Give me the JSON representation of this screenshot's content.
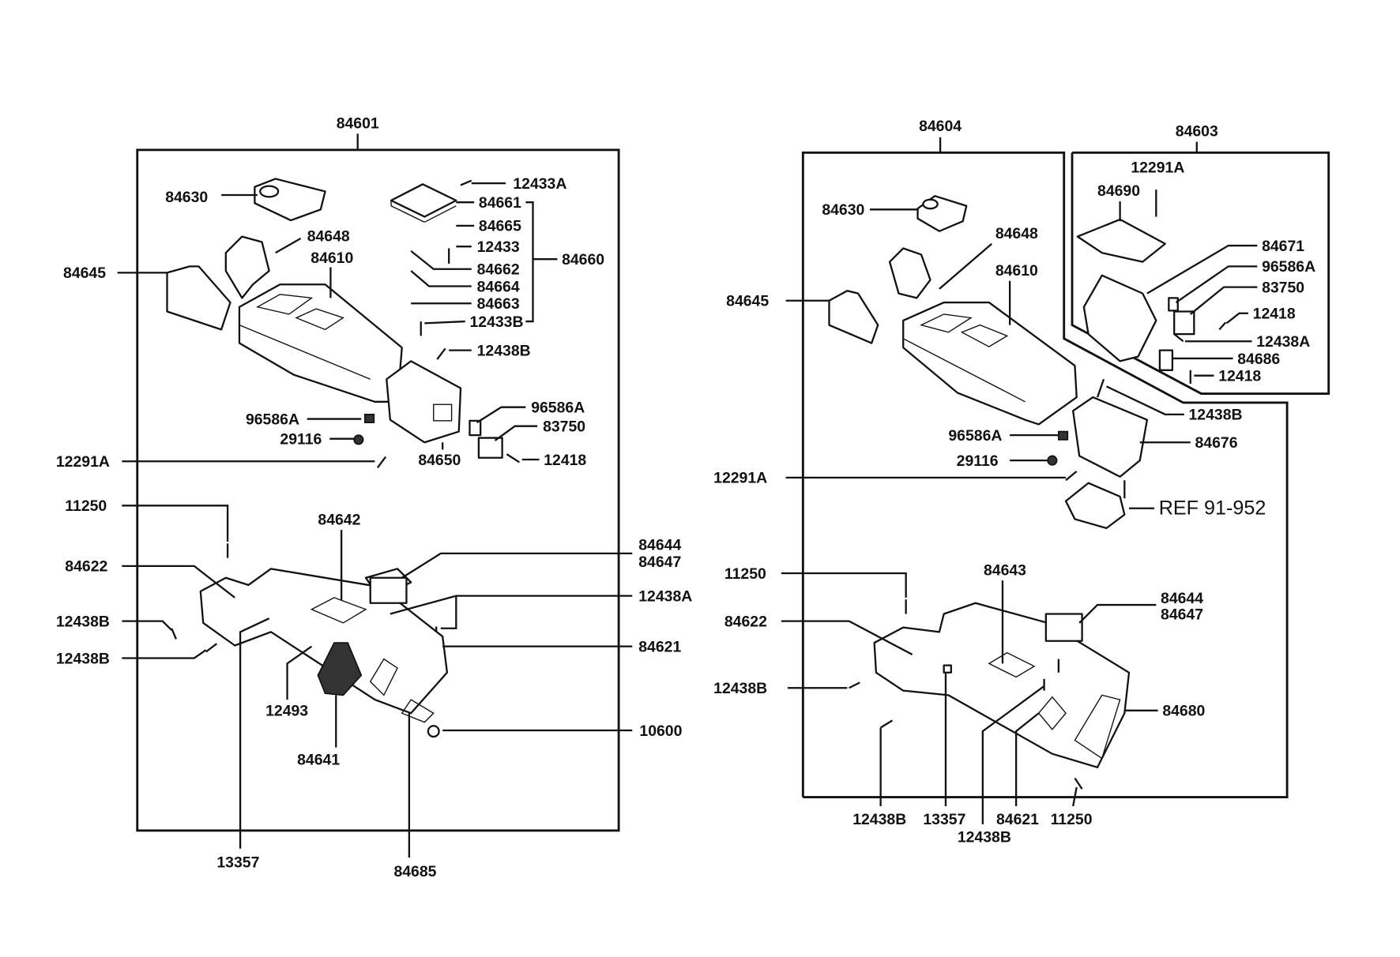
{
  "left_assembly": {
    "assembly_no": "84601",
    "labels": {
      "p84630": "84630",
      "p12433A": "12433A",
      "p84661": "84661",
      "p84665": "84665",
      "p12433": "12433",
      "p84662": "84662",
      "p84664": "84664",
      "p84663": "84663",
      "p12433B": "12433B",
      "p84660": "84660",
      "p84648": "84648",
      "p84610": "84610",
      "p84645": "84645",
      "p12438B_a": "12438B",
      "p96586A_a": "96586A",
      "p29116": "29116",
      "p12291A": "12291A",
      "p84650": "84650",
      "p96586A_b": "96586A",
      "p83750": "83750",
      "p12418": "12418",
      "p11250": "11250",
      "p84642": "84642",
      "p84644": "84644",
      "p84647": "84647",
      "p84622": "84622",
      "p12438A": "12438A",
      "p12438B_b": "12438B",
      "p12438B_c": "12438B",
      "p84621": "84621",
      "p12493": "12493",
      "p84641": "84641",
      "p10600": "10600",
      "p13357": "13357",
      "p84685": "84685"
    }
  },
  "right_assembly": {
    "assembly_no": "84604",
    "sub_assembly_no": "84603",
    "reference": "REF 91-952",
    "labels": {
      "p12291A_top": "12291A",
      "p84690": "84690",
      "p84671": "84671",
      "p96586A_top": "96586A",
      "p83750": "83750",
      "p12418_a": "12418",
      "p12438A": "12438A",
      "p84686": "84686",
      "p12418_b": "12418",
      "p84630": "84630",
      "p84648": "84648",
      "p84610": "84610",
      "p84645": "84645",
      "p12438B_a": "12438B",
      "p84676": "84676",
      "p96586A": "96586A",
      "p29116": "29116",
      "p12291A": "12291A",
      "p11250": "11250",
      "p84643": "84643",
      "p84644": "84644",
      "p84647": "84647",
      "p84622": "84622",
      "p12438B_b": "12438B",
      "p84680": "84680",
      "p12438B_c": "12438B",
      "p13357": "13357",
      "p84621": "84621",
      "p11250_b": "11250",
      "p12438B_d": "12438B"
    }
  }
}
